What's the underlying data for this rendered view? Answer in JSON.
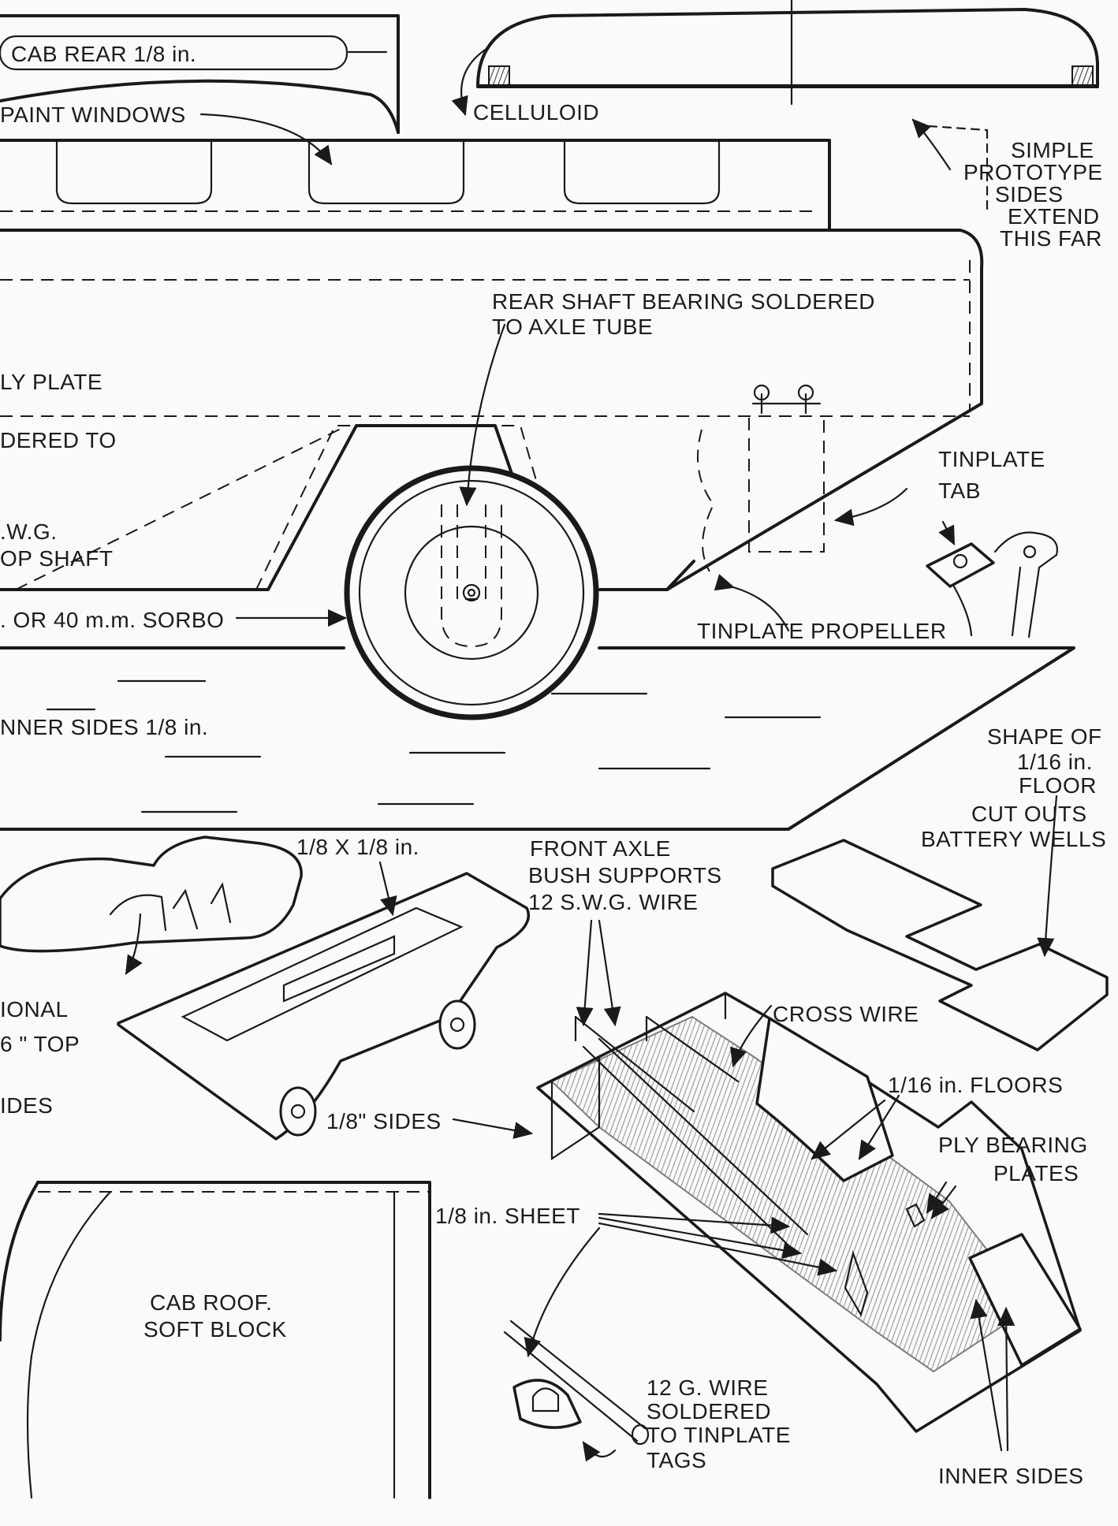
{
  "labels": {
    "cab_rear": "CAB REAR 1/8 in.",
    "paint_windows": "PAINT WINDOWS",
    "celluloid": "CELLULOID",
    "simple_prototype": [
      "SIMPLE",
      "PROTOTYPE",
      "SIDES",
      "EXTEND",
      "THIS FAR"
    ],
    "rear_shaft_bearing": [
      "REAR SHAFT BEARING SOLDERED",
      "TO AXLE TUBE"
    ],
    "ply_plate": "LY PLATE",
    "soldered_to": "DERED TO",
    "swg": ".W.G.",
    "prop_shaft": "OP SHAFT",
    "tinplate_tab": [
      "TINPLATE",
      "TAB"
    ],
    "sorbo": ". OR 40 m.m. SORBO",
    "tinplate_propeller": "TINPLATE PROPELLER",
    "inner_sides_top": "NNER SIDES 1/8 in.",
    "shape_of_floor": [
      "SHAPE OF",
      "1/16 in.",
      "FLOOR",
      "CUT OUTS",
      "BATTERY WELLS"
    ],
    "eighth_by_eighth": "1/8 X 1/8 in.",
    "front_axle": [
      "FRONT AXLE",
      "BUSH SUPPORTS",
      "12 S.W.G. WIRE"
    ],
    "optional_top": [
      "IONAL",
      "6 \" TOP"
    ],
    "sides_cut": "IDES",
    "cross_wire": "CROSS WIRE",
    "sixteenth_floors": "1/16 in. FLOORS",
    "eighth_sides": "1/8\" SIDES",
    "ply_bearing": [
      "PLY BEARING",
      "PLATES"
    ],
    "eighth_sheet": "1/8 in. SHEET",
    "cab_roof": [
      "CAB ROOF.",
      "SOFT BLOCK"
    ],
    "wire_soldered": [
      "12 G. WIRE",
      "SOLDERED",
      "TO TINPLATE",
      "TAGS"
    ],
    "inner_sides_bottom": "INNER SIDES"
  }
}
